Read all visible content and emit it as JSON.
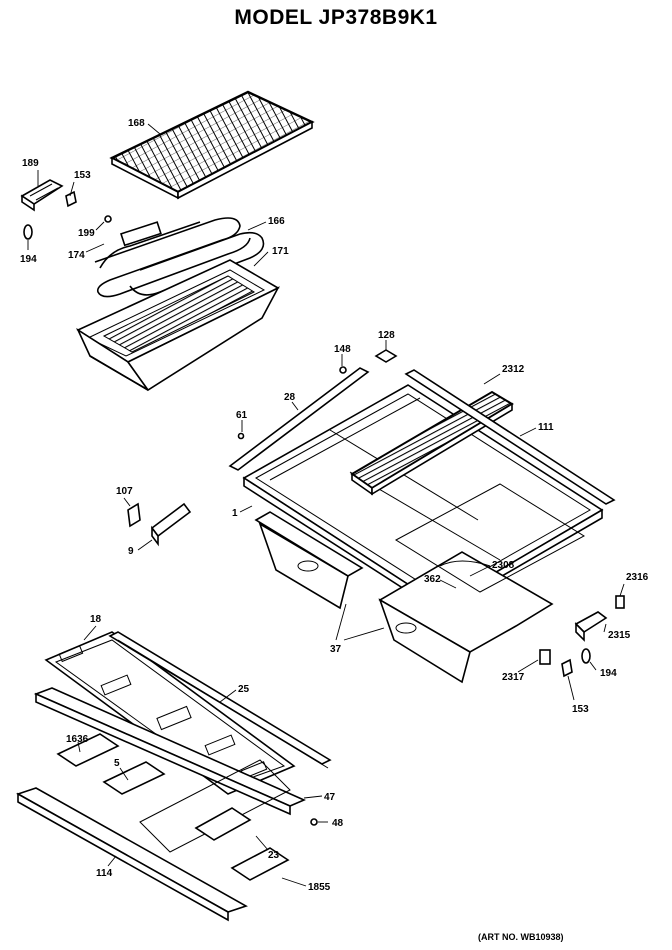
{
  "title": "MODEL JP378B9K1",
  "art_number": "(ART NO. WB10938)",
  "callouts": {
    "c168": "168",
    "c189": "189",
    "c153a": "153",
    "c199": "199",
    "c174": "174",
    "c194a": "194",
    "c166": "166",
    "c171": "171",
    "c148": "148",
    "c128": "128",
    "c2312": "2312",
    "c28": "28",
    "c61": "61",
    "c111": "111",
    "c107": "107",
    "c1": "1",
    "c9": "9",
    "c2308": "2308",
    "c362": "362",
    "c2316": "2316",
    "c37": "37",
    "c2315": "2315",
    "c2317": "2317",
    "c194b": "194",
    "c153b": "153",
    "c18": "18",
    "c25": "25",
    "c1636": "1636",
    "c5": "5",
    "c47": "47",
    "c48": "48",
    "c23": "23",
    "c114": "114",
    "c1855": "1855"
  }
}
